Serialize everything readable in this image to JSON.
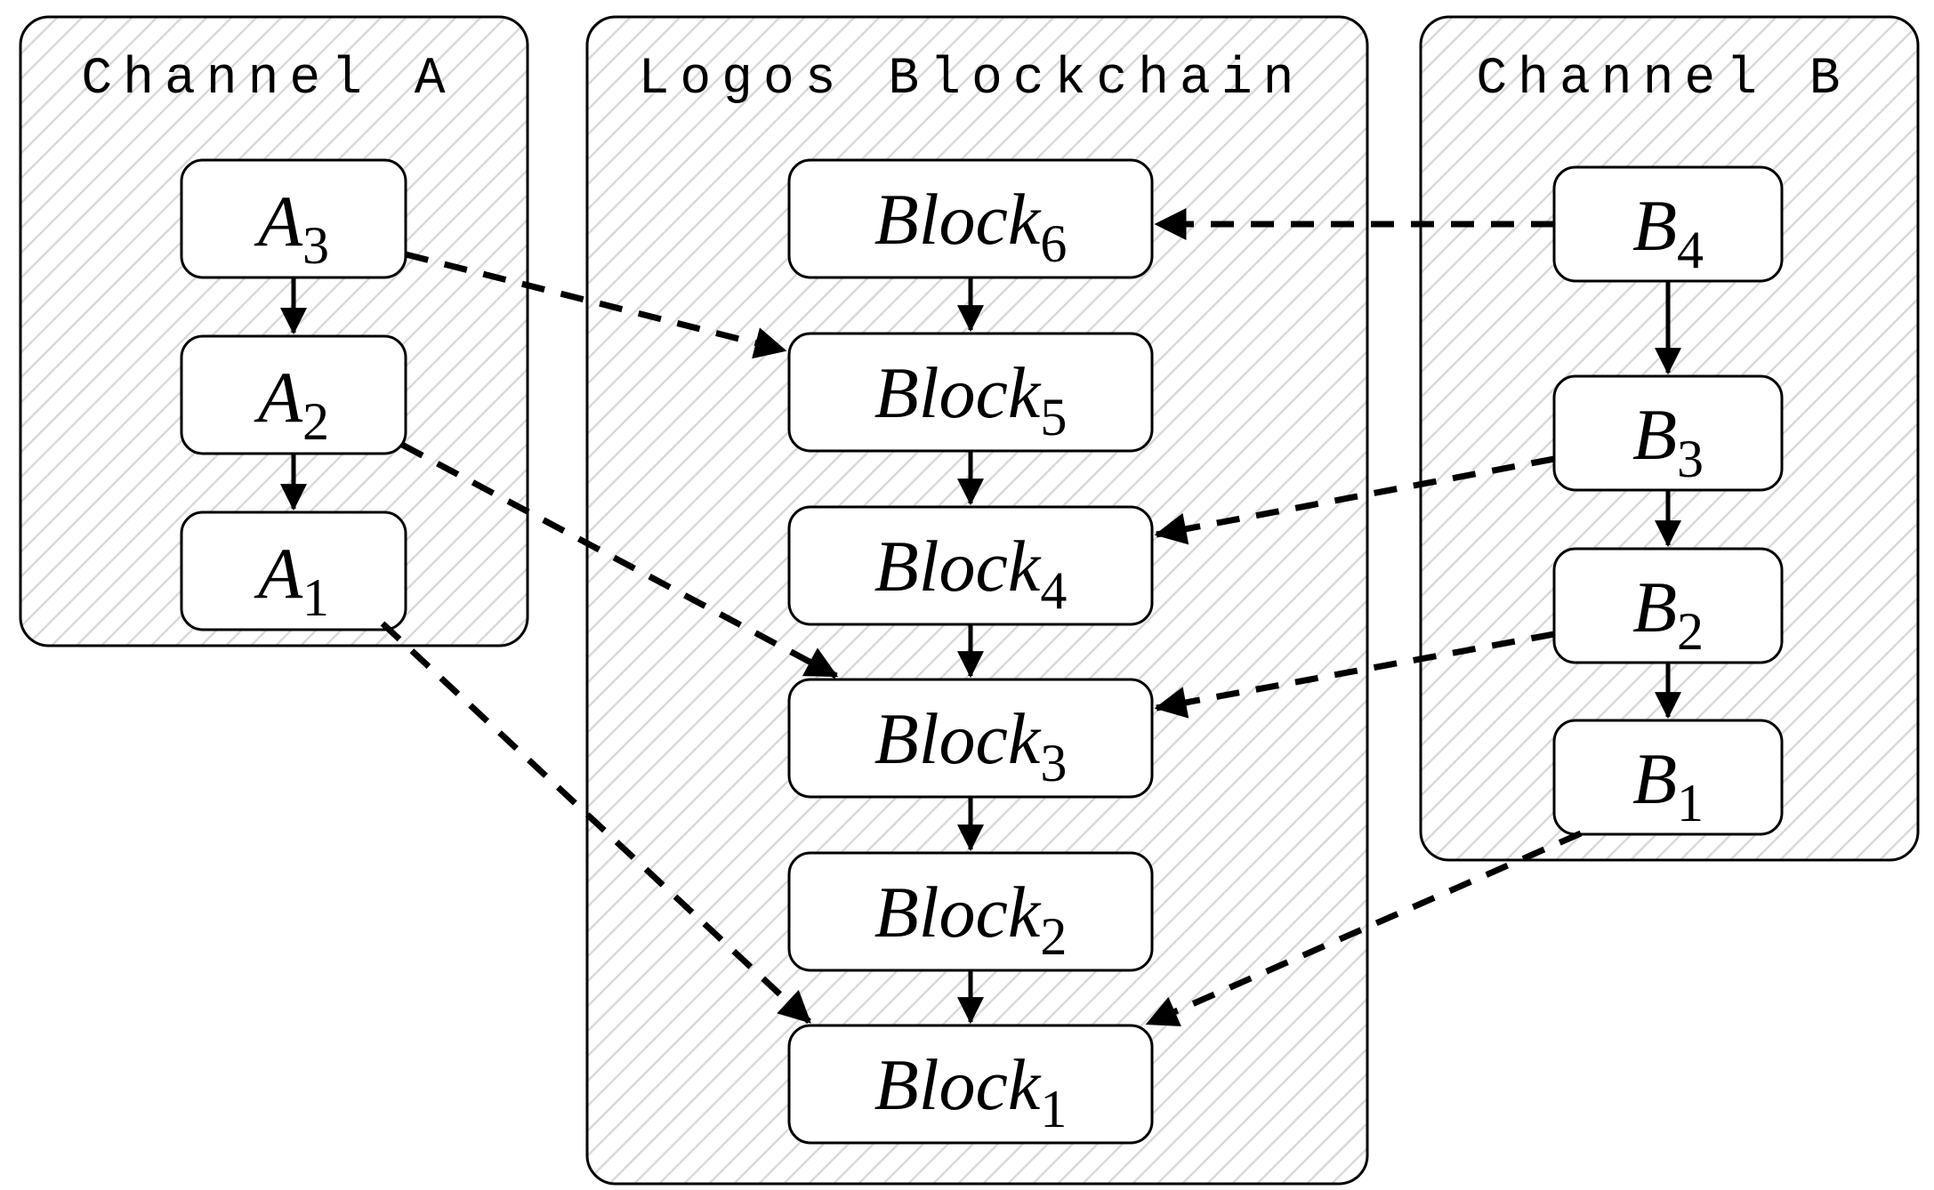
{
  "diagram": {
    "type": "blockchain-channels-diagram",
    "colors": {
      "stroke": "#000000",
      "node_fill": "#ffffff",
      "hatch_line": "#d9d9d9",
      "background": "#ffffff"
    },
    "panels": {
      "channel_a": {
        "title": "Channel A"
      },
      "blockchain": {
        "title": "Logos Blockchain"
      },
      "channel_b": {
        "title": "Channel B"
      }
    },
    "nodes": {
      "a3": {
        "base": "A",
        "sub": "3"
      },
      "a2": {
        "base": "A",
        "sub": "2"
      },
      "a1": {
        "base": "A",
        "sub": "1"
      },
      "block6": {
        "base": "Block",
        "sub": "6"
      },
      "block5": {
        "base": "Block",
        "sub": "5"
      },
      "block4": {
        "base": "Block",
        "sub": "4"
      },
      "block3": {
        "base": "Block",
        "sub": "3"
      },
      "block2": {
        "base": "Block",
        "sub": "2"
      },
      "block1": {
        "base": "Block",
        "sub": "1"
      },
      "b4": {
        "base": "B",
        "sub": "4"
      },
      "b3": {
        "base": "B",
        "sub": "3"
      },
      "b2": {
        "base": "B",
        "sub": "2"
      },
      "b1": {
        "base": "B",
        "sub": "1"
      }
    },
    "edges": {
      "chain_solid": [
        {
          "from": "A3",
          "to": "A2"
        },
        {
          "from": "A2",
          "to": "A1"
        },
        {
          "from": "Block6",
          "to": "Block5"
        },
        {
          "from": "Block5",
          "to": "Block4"
        },
        {
          "from": "Block4",
          "to": "Block3"
        },
        {
          "from": "Block3",
          "to": "Block2"
        },
        {
          "from": "Block2",
          "to": "Block1"
        },
        {
          "from": "B4",
          "to": "B3"
        },
        {
          "from": "B3",
          "to": "B2"
        },
        {
          "from": "B2",
          "to": "B1"
        }
      ],
      "cross_dashed": [
        {
          "from": "A3",
          "to": "Block5"
        },
        {
          "from": "A2",
          "to": "Block3"
        },
        {
          "from": "A1",
          "to": "Block1"
        },
        {
          "from": "B4",
          "to": "Block6"
        },
        {
          "from": "B3",
          "to": "Block4"
        },
        {
          "from": "B2",
          "to": "Block3"
        },
        {
          "from": "B1",
          "to": "Block1"
        }
      ]
    }
  }
}
